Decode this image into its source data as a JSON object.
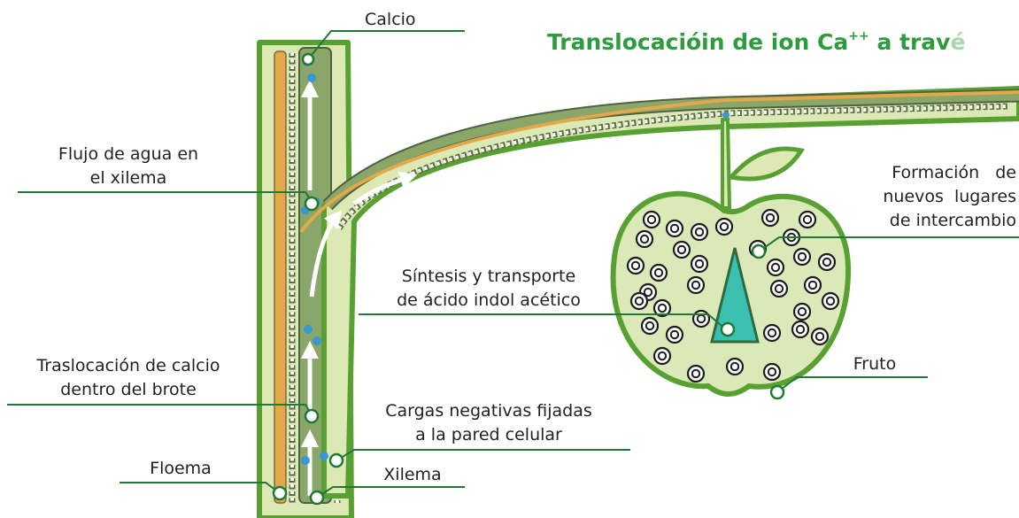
{
  "title": {
    "prefix": "Translocacióin de ion Ca",
    "superscript": "++",
    "suffix_strong": " a trav",
    "suffix_faded": "é"
  },
  "labels": {
    "calcio": "Calcio",
    "flujo_line1": "Flujo de agua en",
    "flujo_line2": "el xilema",
    "formacion_line1": "Formación   de",
    "formacion_line2": "nuevos  lugares",
    "formacion_line3": "de intercambio",
    "sintesis_line1": "Síntesis y transporte",
    "sintesis_line2": "de ácido indol acético",
    "fruto": "Fruto",
    "traslocacion_line1": "Traslocación de calcio",
    "traslocacion_line2": "dentro del brote",
    "cargas_line1": "Cargas negativas fijadas",
    "cargas_line2": "a la pared celular",
    "floema": "Floema",
    "xilema": "Xilema"
  },
  "colors": {
    "title_green": "#2e9b3f",
    "outline_green": "#58a032",
    "fruit_fill": "#dbe8b8",
    "stem_light": "#dde9b4",
    "xylem_green": "#8aa668",
    "phloem_orange": "#e2a849",
    "ion_blue": "#3a97d4",
    "hormone_teal": "#3bbfb1",
    "leader_green": "#1f7a35"
  }
}
